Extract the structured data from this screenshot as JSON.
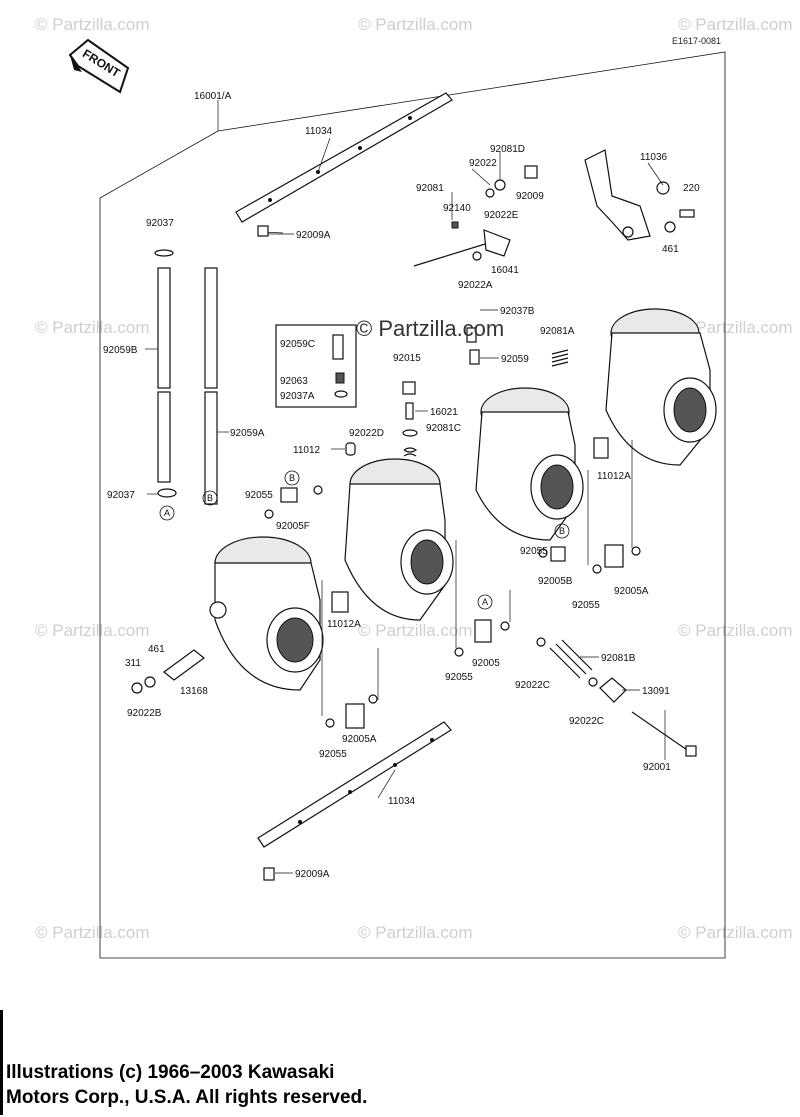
{
  "ref_code": "E1617-0081",
  "front_label": "FRONT",
  "watermark": "© Partzilla.com",
  "center_watermark": "© Partzilla.com",
  "copyright_lines": [
    "Illustrations (c) 1966–2003 Kawasaki",
    "Motors Corp., U.S.A.  All rights reserved."
  ],
  "circle_labels": {
    "a": "A",
    "b": "B"
  },
  "parts": {
    "p16001A": "16001/A",
    "p11034_top": "11034",
    "p92009A_top": "92009A",
    "p92081D": "92081D",
    "p92022": "92022",
    "p92081": "92081",
    "p92009": "92009",
    "p92140": "92140",
    "p92022E": "92022E",
    "p16041": "16041",
    "p92022A": "92022A",
    "p11036": "11036",
    "p220": "220",
    "p461_top": "461",
    "p92037_top": "92037",
    "p92059B": "92059B",
    "p92059A": "92059A",
    "p92037_bottom": "92037",
    "p92037B": "92037B",
    "p92059C": "92059C",
    "p92063": "92063",
    "p92037A": "92037A",
    "p92015": "92015",
    "p92059": "92059",
    "p92081A": "92081A",
    "p16021": "16021",
    "p92022D": "92022D",
    "p92081C": "92081C",
    "p11012": "11012",
    "p11012A_right": "11012A",
    "p92055_left": "92055",
    "p92005F": "92005F",
    "p92055_midright": "92055",
    "p92005B": "92005B",
    "p92055_right": "92055",
    "p92005A_right": "92005A",
    "p11012A_mid": "11012A",
    "p92005": "92005",
    "p92055_mid": "92055",
    "p311": "311",
    "p461_left": "461",
    "p13168": "13168",
    "p92022B": "92022B",
    "p92081B": "92081B",
    "p92022C_1": "92022C",
    "p13091": "13091",
    "p92022C_2": "92022C",
    "p92005A_mid": "92005A",
    "p92055_lower": "92055",
    "p92001": "92001",
    "p11034_bottom": "11034",
    "p92009A_bottom": "92009A"
  }
}
